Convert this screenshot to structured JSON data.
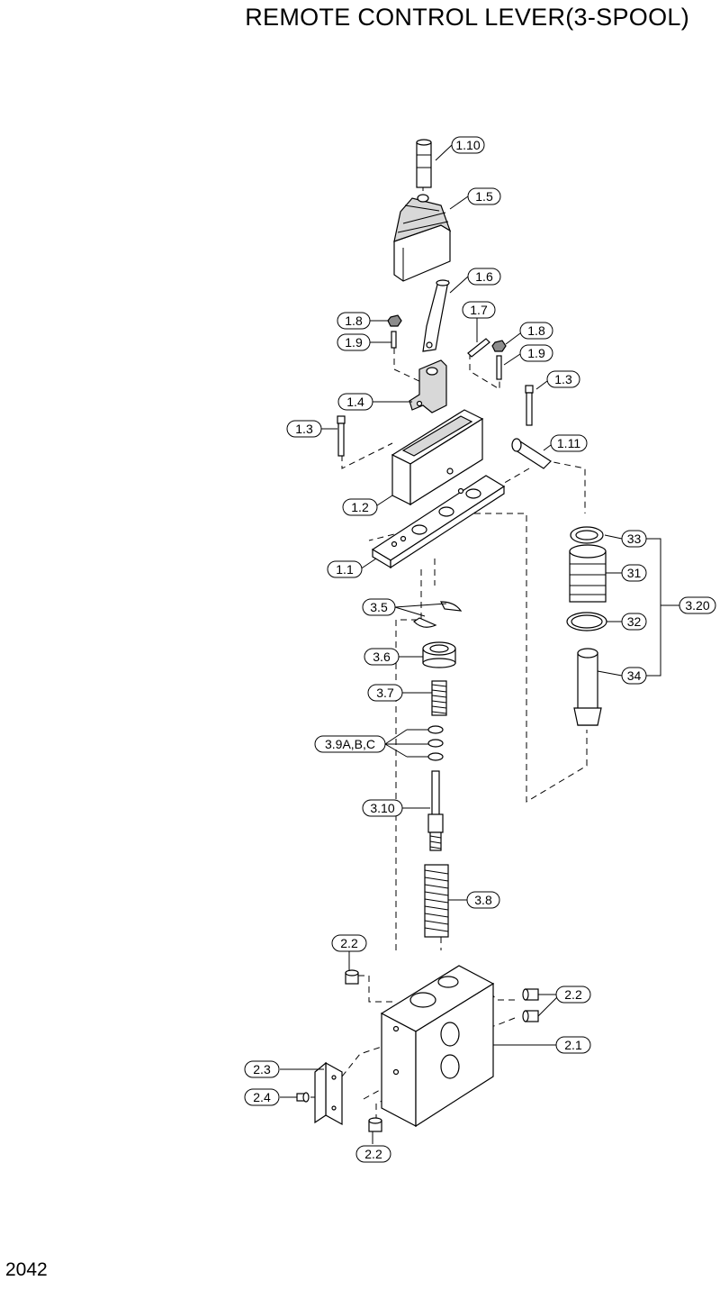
{
  "header": {
    "title": "REMOTE CONTROL LEVER(3-SPOOL)"
  },
  "footer": {
    "page_number": "2042"
  },
  "callouts": {
    "p1_10": "1.10",
    "p1_5": "1.5",
    "p1_6": "1.6",
    "p1_7": "1.7",
    "p1_8a": "1.8",
    "p1_9a": "1.9",
    "p1_8b": "1.8",
    "p1_9b": "1.9",
    "p1_3a": "1.3",
    "p1_4": "1.4",
    "p1_3b": "1.3",
    "p1_11": "1.11",
    "p1_2": "1.2",
    "p1_1": "1.1",
    "p33": "33",
    "p31": "31",
    "p3_20": "3.20",
    "p32": "32",
    "p34": "34",
    "p3_5": "3.5",
    "p3_6": "3.6",
    "p3_7": "3.7",
    "p3_9": "3.9A,B,C",
    "p3_10": "3.10",
    "p3_8": "3.8",
    "p2_2a": "2.2",
    "p2_2b": "2.2",
    "p2_1": "2.1",
    "p2_3": "2.3",
    "p2_4": "2.4",
    "p2_2c": "2.2"
  }
}
